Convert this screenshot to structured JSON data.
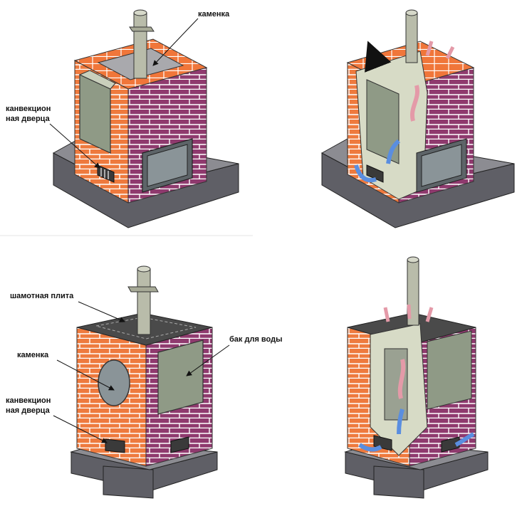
{
  "labels": {
    "kamenka": "каменка",
    "conv_door_line1": "канвекцион",
    "conv_door_line2": "ная дверца",
    "chamotte_plate": "шамотная плита",
    "water_tank": "бак для воды"
  },
  "colors": {
    "brick_front": "#ee7a3e",
    "brick_side": "#8f3a6e",
    "brick_top": "#f0763a",
    "mortar": "#ffffff",
    "base_front": "#5f5f66",
    "base_top": "#8c8c92",
    "metal": "#8f9a86",
    "pipe": "#b9bcaa",
    "arrow_hot": "#e49aa8",
    "arrow_cold": "#5a8ee0"
  },
  "icons": [
    "chimney-pipe-icon",
    "convection-vent-icon",
    "hot-air-arrow-icon",
    "cold-air-arrow-icon"
  ]
}
